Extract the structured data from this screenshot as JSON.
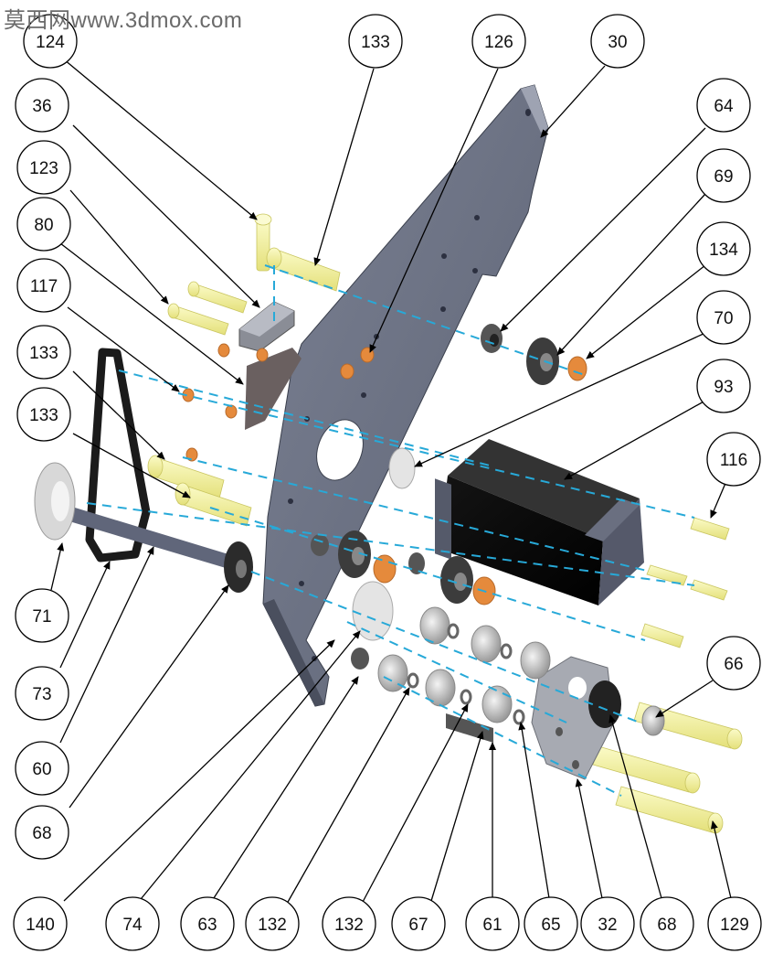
{
  "watermark": "莫西网www.3dmox.com",
  "callouts": [
    "124",
    "133",
    "126",
    "30",
    "36",
    "64",
    "123",
    "69",
    "80",
    "134",
    "117",
    "70",
    "133",
    "93",
    "133",
    "116",
    "71",
    "73",
    "60",
    "68",
    "66",
    "140",
    "74",
    "63",
    "132",
    "132",
    "67",
    "61",
    "65",
    "32",
    "68",
    "129"
  ]
}
